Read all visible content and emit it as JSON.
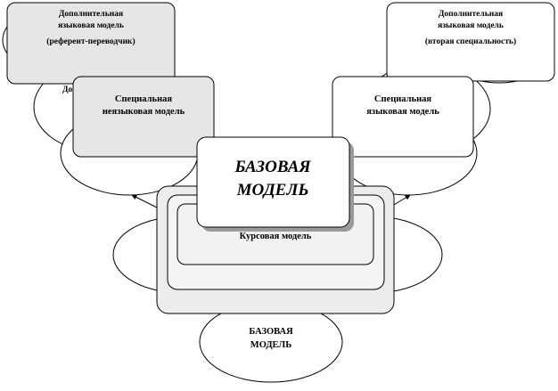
{
  "colors": {
    "background": "#ffffff",
    "stroke": "#000000",
    "grey_fill": "#e6e6e6",
    "light_fill": "#f2f2f2",
    "shadow": "#9a9a9a"
  },
  "boxes": {
    "top_left": {
      "line1": "Дополнительная",
      "line2": "языковая модель",
      "line3": "(референт-переводчик)"
    },
    "top_right": {
      "line1": "Дополнительная",
      "line2": "языковая модель",
      "line3": "(вторая специальность)"
    },
    "mid_left": {
      "line1": "Специальная",
      "line2": "неязыковая модель"
    },
    "mid_right": {
      "line1": "Специальная",
      "line2": "языковая модель"
    },
    "center": {
      "line1": "БАЗОВАЯ",
      "line2": "МОДЕЛЬ"
    },
    "course_label": "Курсовая модель",
    "hidden_fragment": "До"
  },
  "bottom_ellipse": {
    "line1": "БАЗОВАЯ",
    "line2": "МОДЕЛЬ"
  }
}
